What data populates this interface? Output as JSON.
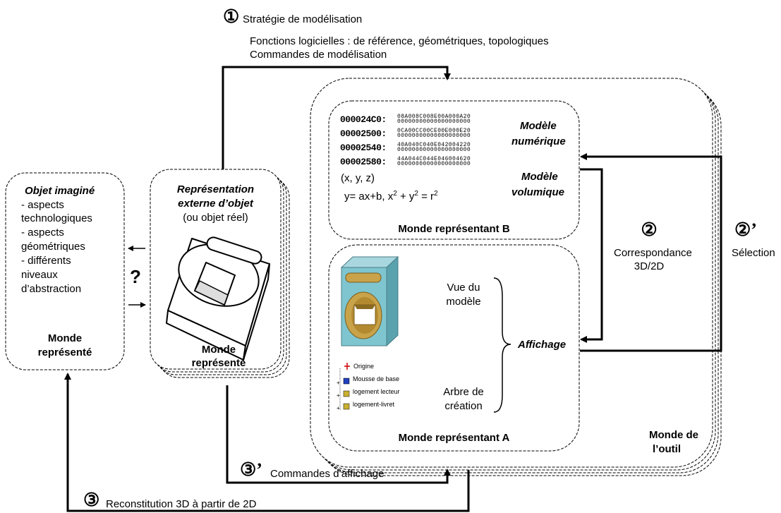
{
  "step1": {
    "number": "①",
    "title": "Stratégie de modélisation",
    "line1": "Fonctions logicielles : de référence, géométriques, topologiques",
    "line2": "Commandes de modélisation"
  },
  "objet_imagine": {
    "title": "Objet imaginé",
    "lines": [
      "- aspects",
      "technologiques",
      "- aspects",
      "géométriques",
      "- différents",
      "niveaux",
      "d’abstraction"
    ],
    "footer": [
      "Monde",
      "représenté"
    ]
  },
  "question_mark": "?",
  "representation_externe": {
    "title": [
      "Représentation",
      "externe d’objet"
    ],
    "subtitle": "(ou objet réel)",
    "footer": [
      "Monde",
      "représenté"
    ]
  },
  "monde_b": {
    "hex_addresses": [
      "000024C0:",
      "00002500:",
      "00002540:",
      "00002580:"
    ],
    "hex_data": [
      [
        "08A008C008E00A000A20",
        "00000000000000000000"
      ],
      [
        "0CA00CC00CE00E000E20",
        "00000000000000000000"
      ],
      [
        "40A040C040E042004220",
        "00000000000000000000"
      ],
      [
        "44A044C044E046004620",
        "00000000000000000000"
      ]
    ],
    "modele_numerique": [
      "Modèle",
      "numérique"
    ],
    "modele_volumique": [
      "Modèle",
      "volumique"
    ],
    "xyz": "(x, y, z)",
    "equation_a": "y= ax+b, x",
    "equation_b": " + y",
    "equation_c": " = r",
    "superscript": "2",
    "label": "Monde représentant B"
  },
  "monde_a": {
    "vue": [
      "Vue du",
      "modèle"
    ],
    "arbre": [
      "Arbre de",
      "création"
    ],
    "affichage": "Affichage",
    "tree_items": [
      "Origine",
      "Mousse de base",
      "logement lecteur",
      "logement-livret"
    ],
    "label": "Monde représentant A"
  },
  "monde_outil": [
    "Monde de",
    "l’outil"
  ],
  "step2": {
    "number": "②",
    "lines": [
      "Correspondance",
      "3D/2D"
    ]
  },
  "step2p": {
    "number": "②’",
    "label": "Sélection"
  },
  "step3p": {
    "number": "③’",
    "label": "Commandes d’affichage"
  },
  "step3": {
    "number": "③",
    "label": "Reconstitution 3D à partir de 2D"
  }
}
